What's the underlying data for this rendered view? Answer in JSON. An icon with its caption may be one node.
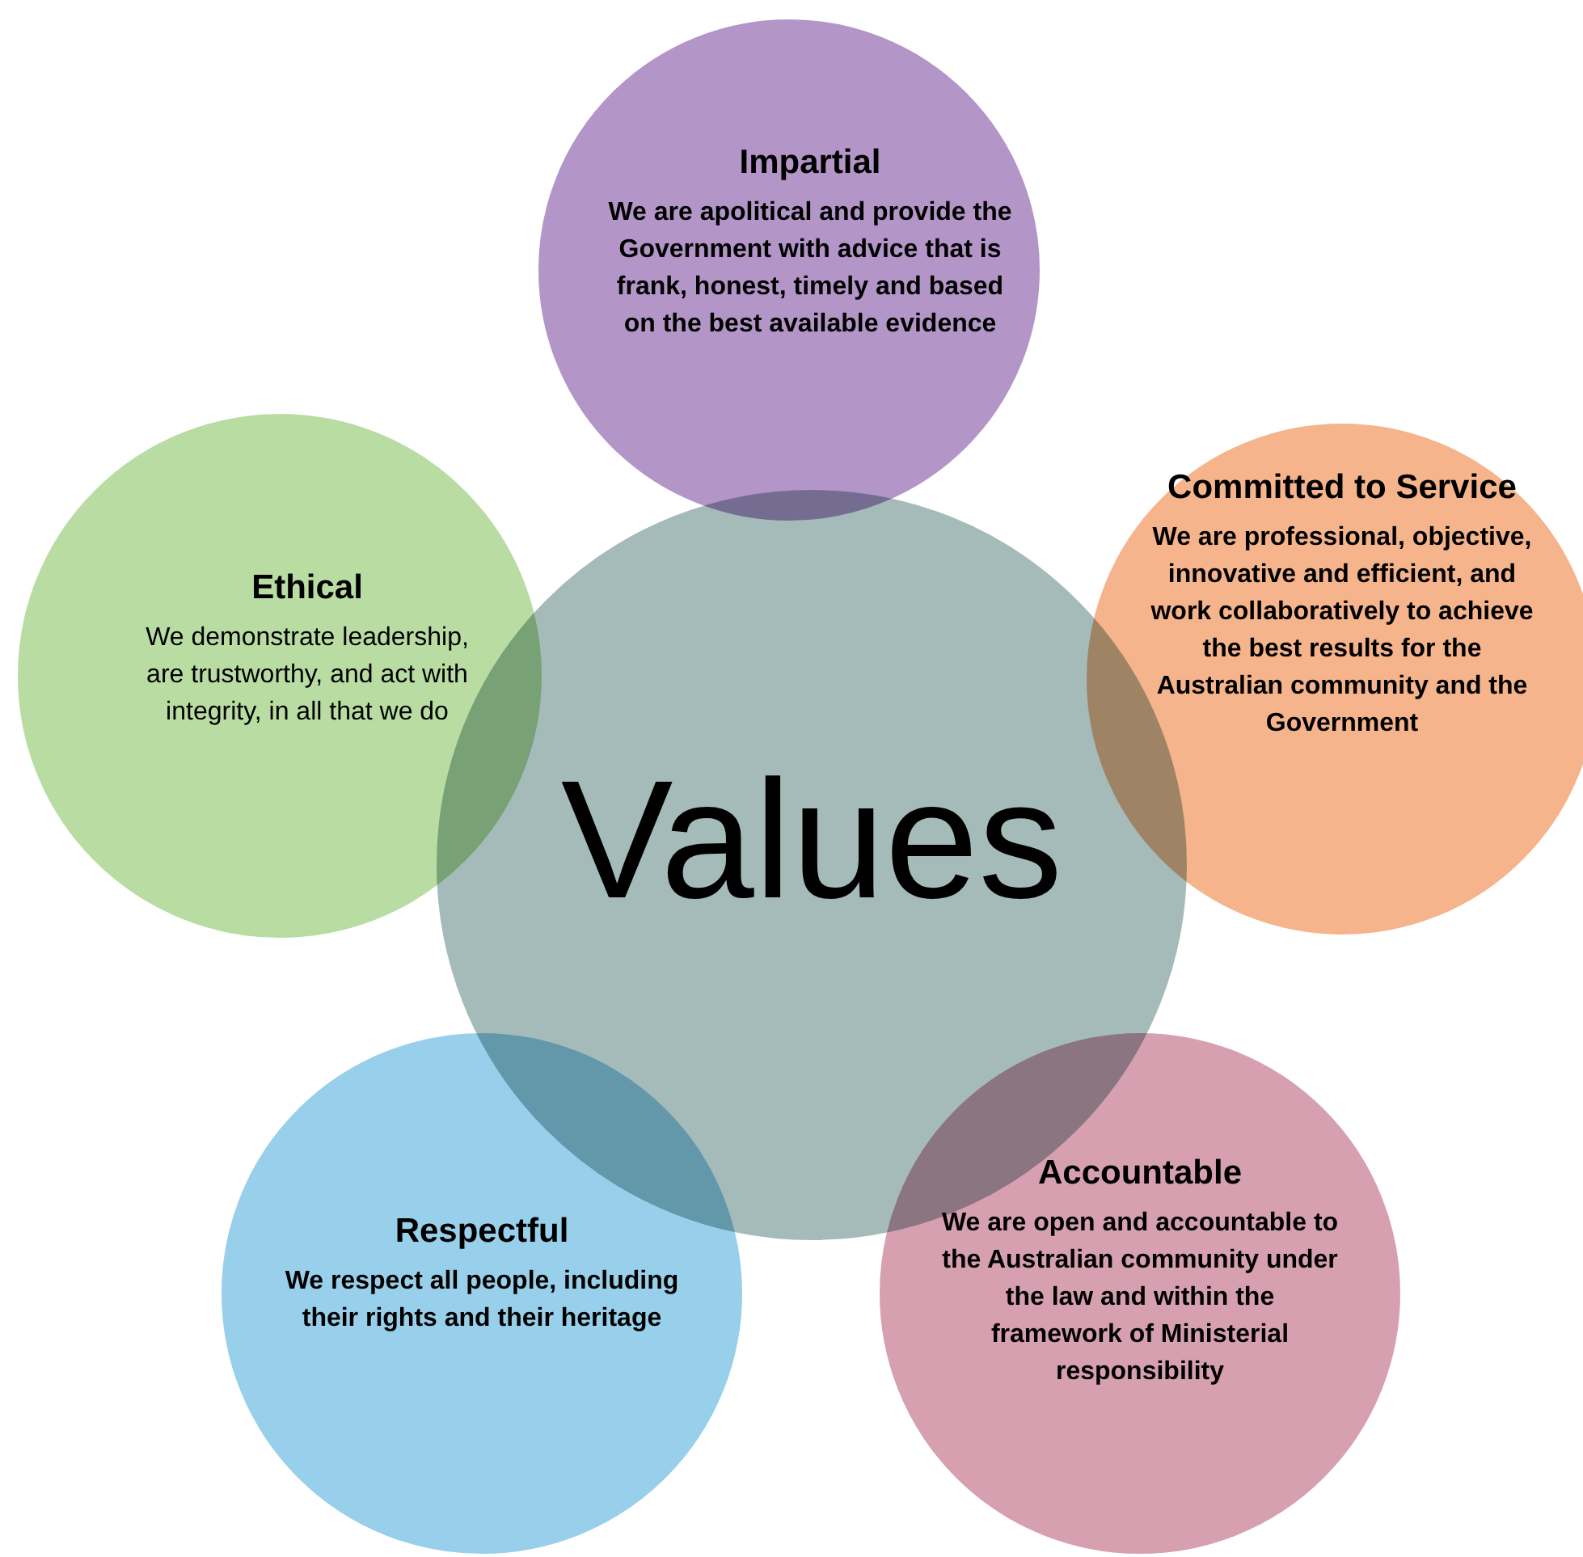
{
  "diagram": {
    "nodes": [
      {
        "text": [
          "Values"
        ]
      },
      {
        "text": [
          "Impartial",
          "We are apolitical and provide the Government with advice that is frank, honest, timely and based on the best available evidence"
        ]
      },
      {
        "text": [
          "Ethical",
          "We demonstrate leadership, are trustworthy, and act with integrity, in all that we do"
        ]
      },
      {
        "text": [
          "Committed to Service",
          "We are professional, objective, innovative and efficient, and work collaboratively to achieve the best results for the Australian community and the Government"
        ]
      },
      {
        "text": [
          "Respectful",
          "We respect all people, including their rights and their heritage"
        ]
      },
      {
        "text": [
          "Accountable",
          "We are open and accountable to the Australian community under the law and within the framework of Ministerial responsibility"
        ]
      }
    ]
  }
}
